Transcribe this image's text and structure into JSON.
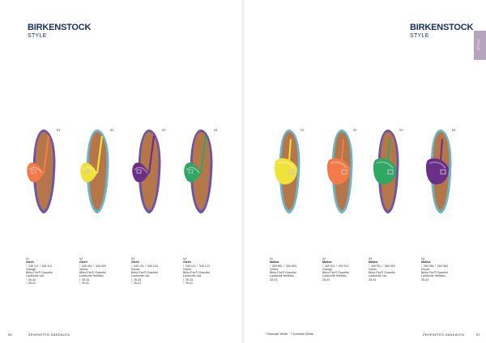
{
  "brand": {
    "name": "BIRKENSTOCK",
    "subtitle": "STYLE"
  },
  "side_tab": "STYLE",
  "left_page": {
    "products": [
      {
        "idx": "01",
        "model": "Gizeh",
        "art": "⊺ 345 111  ⊺ 345 113",
        "color": "Orange",
        "material": "Birko-Flor® Graceful",
        "sole": "Laufsohle Lila",
        "sizes": [
          "⊺ 35-43",
          "⊺ 35-41"
        ],
        "strap": "#f57a4a",
        "sole_color": "#6a55a8"
      },
      {
        "idx": "02",
        "model": "Gizeh",
        "art": "⊺ 345 091  ⊺ 345 093",
        "color": "Yellow",
        "material": "Birko-Flor® Graceful",
        "sole": "Laufsohle Hellblau",
        "sizes": [
          "⊺ 35-43",
          "⊺ 35-41"
        ],
        "strap": "#efe23a",
        "sole_color": "#6bb3c9"
      },
      {
        "idx": "03",
        "model": "Gizeh",
        "art": "⊺ 345 101  ⊺ 345 103",
        "color": "Purple",
        "material": "Birko-Flor® Graceful",
        "sole": "Laufsohle Lila",
        "sizes": [
          "⊺ 35-43",
          "⊺ 35-41"
        ],
        "strap": "#6a2f86",
        "sole_color": "#6a55a8"
      },
      {
        "idx": "04",
        "model": "Gizeh",
        "art": "⊺ 345 121  ⊺ 345 123",
        "color": "Green",
        "material": "Birko-Flor® Graceful",
        "sole": "Laufsohle Lila",
        "sizes": [
          "⊺ 35-43",
          "⊺ 35-41"
        ],
        "strap": "#2fa864",
        "sole_color": "#6a55a8"
      }
    ],
    "page_number": "56",
    "section": "ZEHENSTEG-SANDALEN"
  },
  "right_page": {
    "products": [
      {
        "idx": "01",
        "model": "Molina",
        "art": "⊺ 269 891  ⊺ 269 893",
        "color": "Yellow",
        "material": "Birko-Flor® Graceful",
        "sole": "Laufsohle Hellblau",
        "sizes": [
          "35-43"
        ],
        "strap": "#efe23a",
        "sole_color": "#6bb3c9"
      },
      {
        "idx": "02",
        "model": "Molina",
        "art": "⊺ 269 911  ⊺ 269 913",
        "color": "Orange",
        "material": "Birko-Flor® Graceful",
        "sole": "Laufsohle Hellblau",
        "sizes": [
          "35-43"
        ],
        "strap": "#f57a4a",
        "sole_color": "#6bb3c9"
      },
      {
        "idx": "03",
        "model": "Molina",
        "art": "⊺ 269 921  ⊺ 269 923",
        "color": "Green",
        "material": "Birko-Flor® Graceful",
        "sole": "Laufsohle Lila",
        "sizes": [
          "35-43"
        ],
        "strap": "#2fa864",
        "sole_color": "#6a55a8"
      },
      {
        "idx": "04",
        "model": "Molina",
        "art": "⊺ 269 981  ⊺ 269 983",
        "color": "Purple",
        "material": "Birko-Flor® Graceful",
        "sole": "Laufsohle Hellblau",
        "sizes": [
          "35-43"
        ],
        "strap": "#6a2f86",
        "sole_color": "#6bb3c9"
      }
    ],
    "legend_normal": "Normale Weite",
    "legend_narrow": "Schmale Weite",
    "section": "ZEHENSTEG-SANDALEN",
    "page_number": "57"
  },
  "colors": {
    "brand": "#1a2f6b",
    "footbed": "#b5774a",
    "tab": "#b6a4bd"
  }
}
